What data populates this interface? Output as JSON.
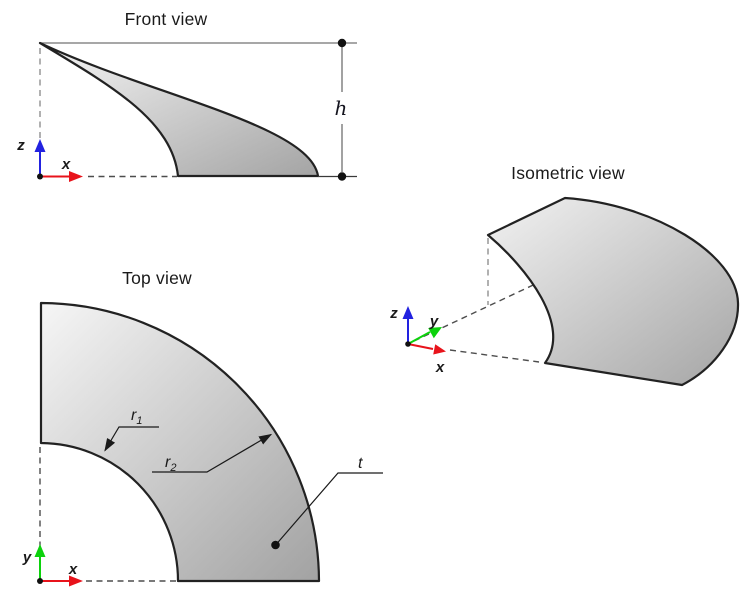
{
  "figure": {
    "views": {
      "front": {
        "title": "Front view"
      },
      "top": {
        "title": "Top view"
      },
      "isometric": {
        "title": "Isometric view"
      }
    },
    "axis_labels": {
      "x": "x",
      "y": "y",
      "z": "z"
    },
    "dimension_labels": {
      "h": "h",
      "r1_base": "r",
      "r1_sub": "1",
      "r2_base": "r",
      "r2_sub": "2",
      "t": "t"
    },
    "colors": {
      "x_axis": "#e8131b",
      "y_axis": "#0cd20c",
      "z_axis": "#2222e0",
      "outline": "#222222",
      "dim_line": "#8a8a8a",
      "dashed_dark": "#4d4d4d",
      "dashed_gray": "#979797",
      "fill_light": "#f5f5f5",
      "fill_dark": "#a6a6a6"
    }
  }
}
